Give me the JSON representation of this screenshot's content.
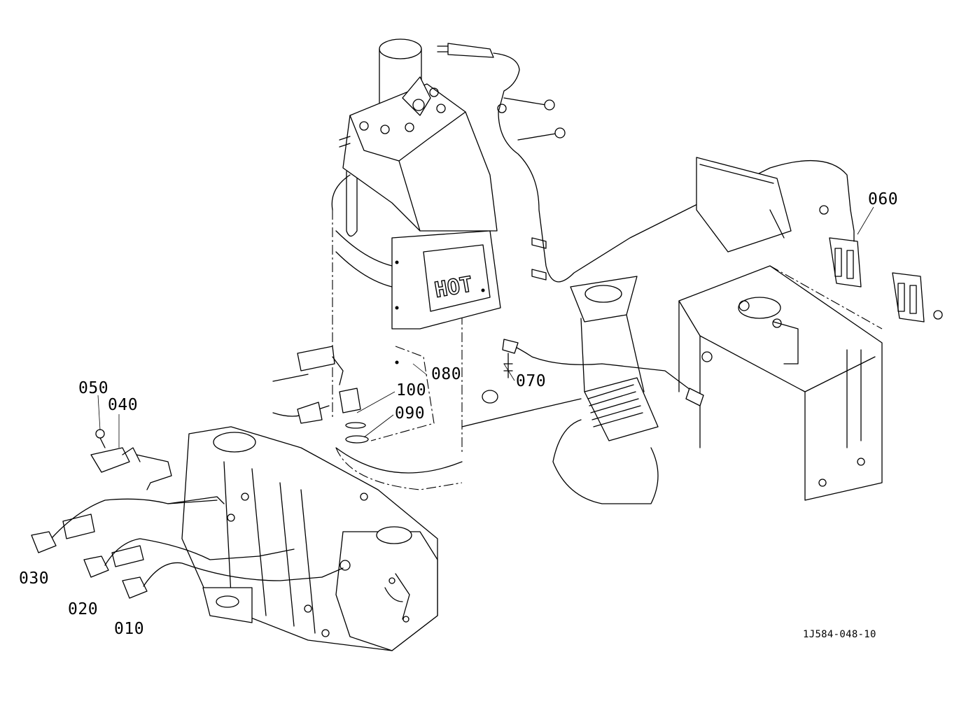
{
  "labels": {
    "l010": "010",
    "l020": "020",
    "l030": "030",
    "l040": "040",
    "l050": "050",
    "l060": "060",
    "l070": "070",
    "l080": "080",
    "l090": "090",
    "l100": "100"
  },
  "hot_plate_text": "HOT",
  "drawing_id": "1J584-048-10"
}
